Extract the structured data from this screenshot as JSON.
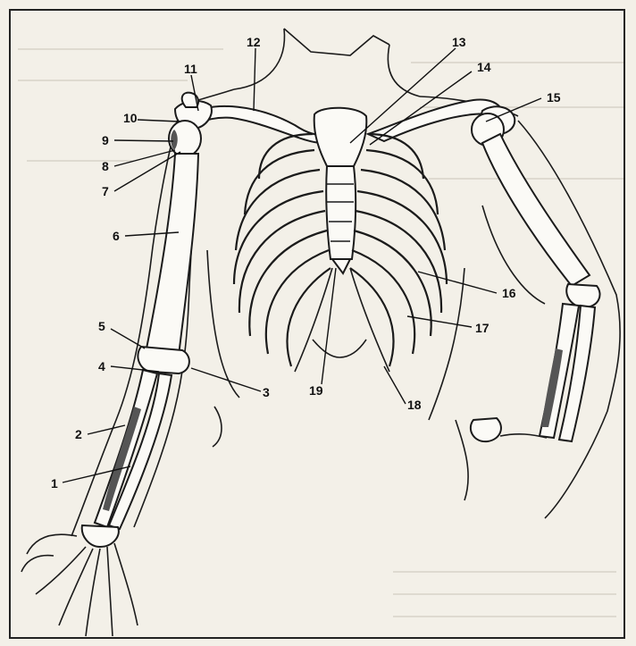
{
  "labels": [
    {
      "id": "1",
      "text": "1"
    },
    {
      "id": "2",
      "text": "2"
    },
    {
      "id": "3",
      "text": "3"
    },
    {
      "id": "4",
      "text": "4"
    },
    {
      "id": "5",
      "text": "5"
    },
    {
      "id": "6",
      "text": "6"
    },
    {
      "id": "7",
      "text": "7"
    },
    {
      "id": "8",
      "text": "8"
    },
    {
      "id": "9",
      "text": "9"
    },
    {
      "id": "10",
      "text": "10"
    },
    {
      "id": "11",
      "text": "11"
    },
    {
      "id": "12",
      "text": "12"
    },
    {
      "id": "13",
      "text": "13"
    },
    {
      "id": "14",
      "text": "14"
    },
    {
      "id": "15",
      "text": "15"
    },
    {
      "id": "16",
      "text": "16"
    },
    {
      "id": "17",
      "text": "17"
    },
    {
      "id": "18",
      "text": "18"
    },
    {
      "id": "19",
      "text": "19"
    }
  ]
}
